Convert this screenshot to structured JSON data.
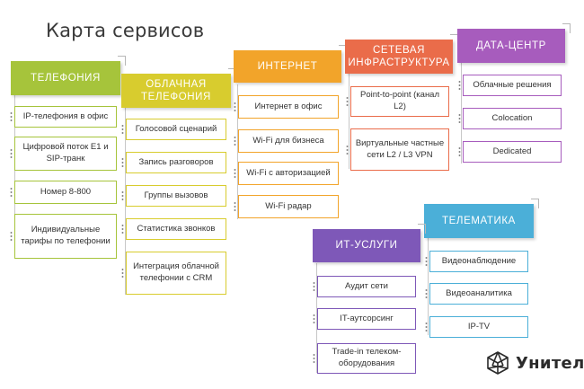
{
  "title": "Карта сервисов",
  "colors": {
    "telephony": "#a6c43b",
    "cloud": "#d8cc2e",
    "internet": "#f2a42a",
    "network": "#ea6c4a",
    "datacenter": "#a75cbd",
    "telematics": "#4bafd8",
    "it": "#7e58b8"
  },
  "columns": {
    "telephony": {
      "header": "ТЕЛЕФОНИЯ",
      "items": [
        "IP-телефония в офис",
        "Цифровой поток Е1 и SIP-транк",
        "Номер 8-800",
        "Индивидуальные тарифы по телефонии"
      ]
    },
    "cloud": {
      "header": "ОБЛАЧНАЯ ТЕЛЕФОНИЯ",
      "items": [
        "Голосовой сценарий",
        "Запись разговоров",
        "Группы вызовов",
        "Статистика звонков",
        "Интеграция облачной телефонии с CRM"
      ]
    },
    "internet": {
      "header": "ИНТЕРНЕТ",
      "items": [
        "Интернет в офис",
        "Wi-Fi для бизнеса",
        "Wi-Fi с авторизацией",
        "Wi-Fi радар"
      ]
    },
    "network": {
      "header": "СЕТЕВАЯ ИНФРАСТРУКТУРА",
      "items": [
        "Point-to-point (канал L2)",
        "Виртуальные частные сети L2 / L3 VPN"
      ]
    },
    "datacenter": {
      "header": "ДАТА-ЦЕНТР",
      "items": [
        "Облачные решения",
        "Colocation",
        "Dedicated"
      ]
    },
    "telematics": {
      "header": "ТЕЛЕМАТИКА",
      "items": [
        "Видеонаблюдение",
        "Видеоаналитика",
        "IP-TV"
      ]
    },
    "it": {
      "header": "ИТ-УСЛУГИ",
      "items": [
        "Аудит сети",
        "IT-аутсорсинг",
        "Trade-in телеком-оборудования"
      ]
    }
  },
  "logo": {
    "text": "Унител",
    "icon": "polyhedron-logo-icon"
  }
}
